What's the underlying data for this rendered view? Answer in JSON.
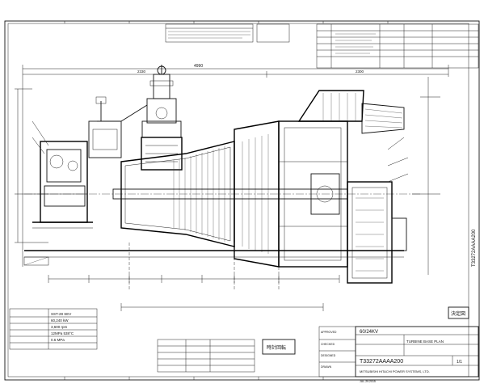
{
  "title_block": {
    "model": "60/24KV",
    "turbine_name": "TURBINE BASE PLAN",
    "drawing_number": "T33272AAAA200",
    "sheet": "1/1",
    "company": "MITSUBISHI HITACHI POWER SYSTEMS, LTD.",
    "date": "JUL.29.2015",
    "rotation_label": "時計回転",
    "approved_label": "APPROVED",
    "checked_label": "CHECKED",
    "designed_label": "DESIGNED",
    "drawn_label": "DRAWN"
  },
  "spec_table": {
    "rows": [
      [
        "",
        "SST-28 SEV"
      ],
      [
        "",
        "60,240 kW"
      ],
      [
        "",
        "3,600 rpm"
      ],
      [
        "",
        "12MPa 538°C"
      ],
      [
        "",
        "0.6 MPa"
      ]
    ]
  },
  "stamps": {
    "right_box": "決定図"
  },
  "vertical_label": "T33272AAAA200",
  "dimensions": {
    "overall": "4990",
    "d1": "2330",
    "d2": "2300"
  }
}
